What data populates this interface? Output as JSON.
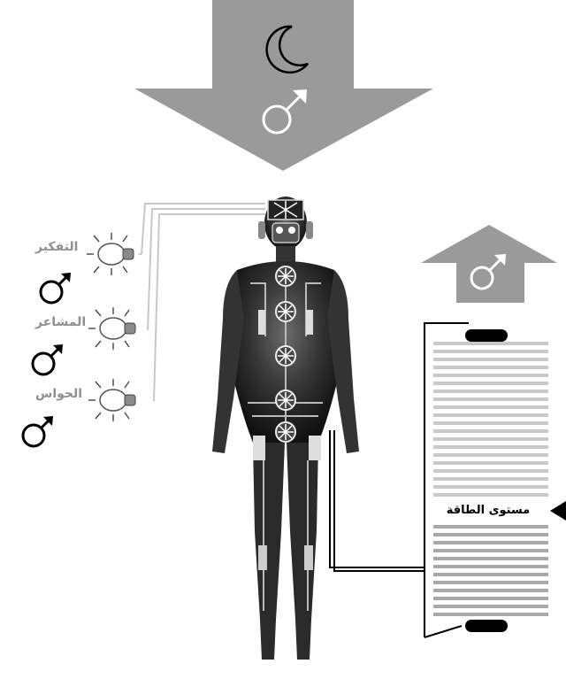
{
  "left_labels": [
    {
      "key": "thinking",
      "text": "التفكير",
      "symbol": "male-symbol"
    },
    {
      "key": "feelings",
      "text": "المشاعر",
      "symbol": "male-symbol"
    },
    {
      "key": "senses",
      "text": "الحواس",
      "symbol": "male-symbol"
    }
  ],
  "energy_meter": {
    "label": "مستوى الطاقة"
  },
  "icons": {
    "top_arrow": "crescent-moon-icon",
    "top_arrow_symbol": "male-symbol-icon",
    "right_arrow_symbol": "male-symbol-icon",
    "bulb": "light-bulb-icon"
  },
  "colors": {
    "arrow_fill": "#9a9a9a",
    "meter_line": "#c9c9c9",
    "body_dark": "#2b2b2b",
    "wire": "#c8c8c8"
  }
}
